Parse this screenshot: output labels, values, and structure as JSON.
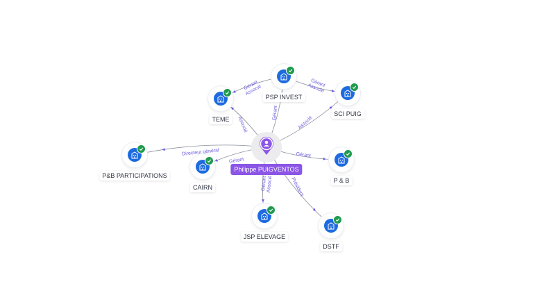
{
  "center": {
    "name": "Philippe PUIGVENTOS",
    "icon": "person-icon",
    "color": "#8b55e6"
  },
  "companies": [
    {
      "id": "psp-invest",
      "name": "PSP INVEST",
      "icon": "building-icon",
      "verified": true
    },
    {
      "id": "teme",
      "name": "TEME",
      "icon": "building-icon",
      "verified": true
    },
    {
      "id": "sci-puig",
      "name": "SCI PUIG",
      "icon": "building-icon",
      "verified": true
    },
    {
      "id": "pb-participations",
      "name": "P&B PARTICIPATIONS",
      "icon": "building-icon",
      "verified": true
    },
    {
      "id": "cairn",
      "name": "CAIRN",
      "icon": "building-icon",
      "verified": true
    },
    {
      "id": "p-b",
      "name": "P & B",
      "icon": "building-icon",
      "verified": true
    },
    {
      "id": "jsp-elevage",
      "name": "JSP ELEVAGE",
      "icon": "building-icon",
      "verified": true
    },
    {
      "id": "dstf",
      "name": "DSTF",
      "icon": "building-icon",
      "verified": true
    }
  ],
  "relations": [
    {
      "from": "center",
      "to": "psp-invest",
      "label": "Gérant"
    },
    {
      "from": "center",
      "to": "teme",
      "label": "Associé"
    },
    {
      "from": "center",
      "to": "sci-puig",
      "label": "Associé"
    },
    {
      "from": "center",
      "to": "pb-participations",
      "label": "Directeur général"
    },
    {
      "from": "center",
      "to": "cairn",
      "label": "Gérant"
    },
    {
      "from": "center",
      "to": "p-b",
      "label": "Gérant"
    },
    {
      "from": "center",
      "to": "jsp-elevage",
      "label": "Gérant Associé"
    },
    {
      "from": "center",
      "to": "dstf",
      "label": "Président"
    },
    {
      "from": "psp-invest",
      "to": "teme",
      "label": "Gérant Associé"
    },
    {
      "from": "psp-invest",
      "to": "sci-puig",
      "label": "Gérant Associé"
    }
  ],
  "colors": {
    "company": "#1e6be0",
    "verified": "#1f9a4e",
    "edge_label": "#6a5ae0"
  }
}
